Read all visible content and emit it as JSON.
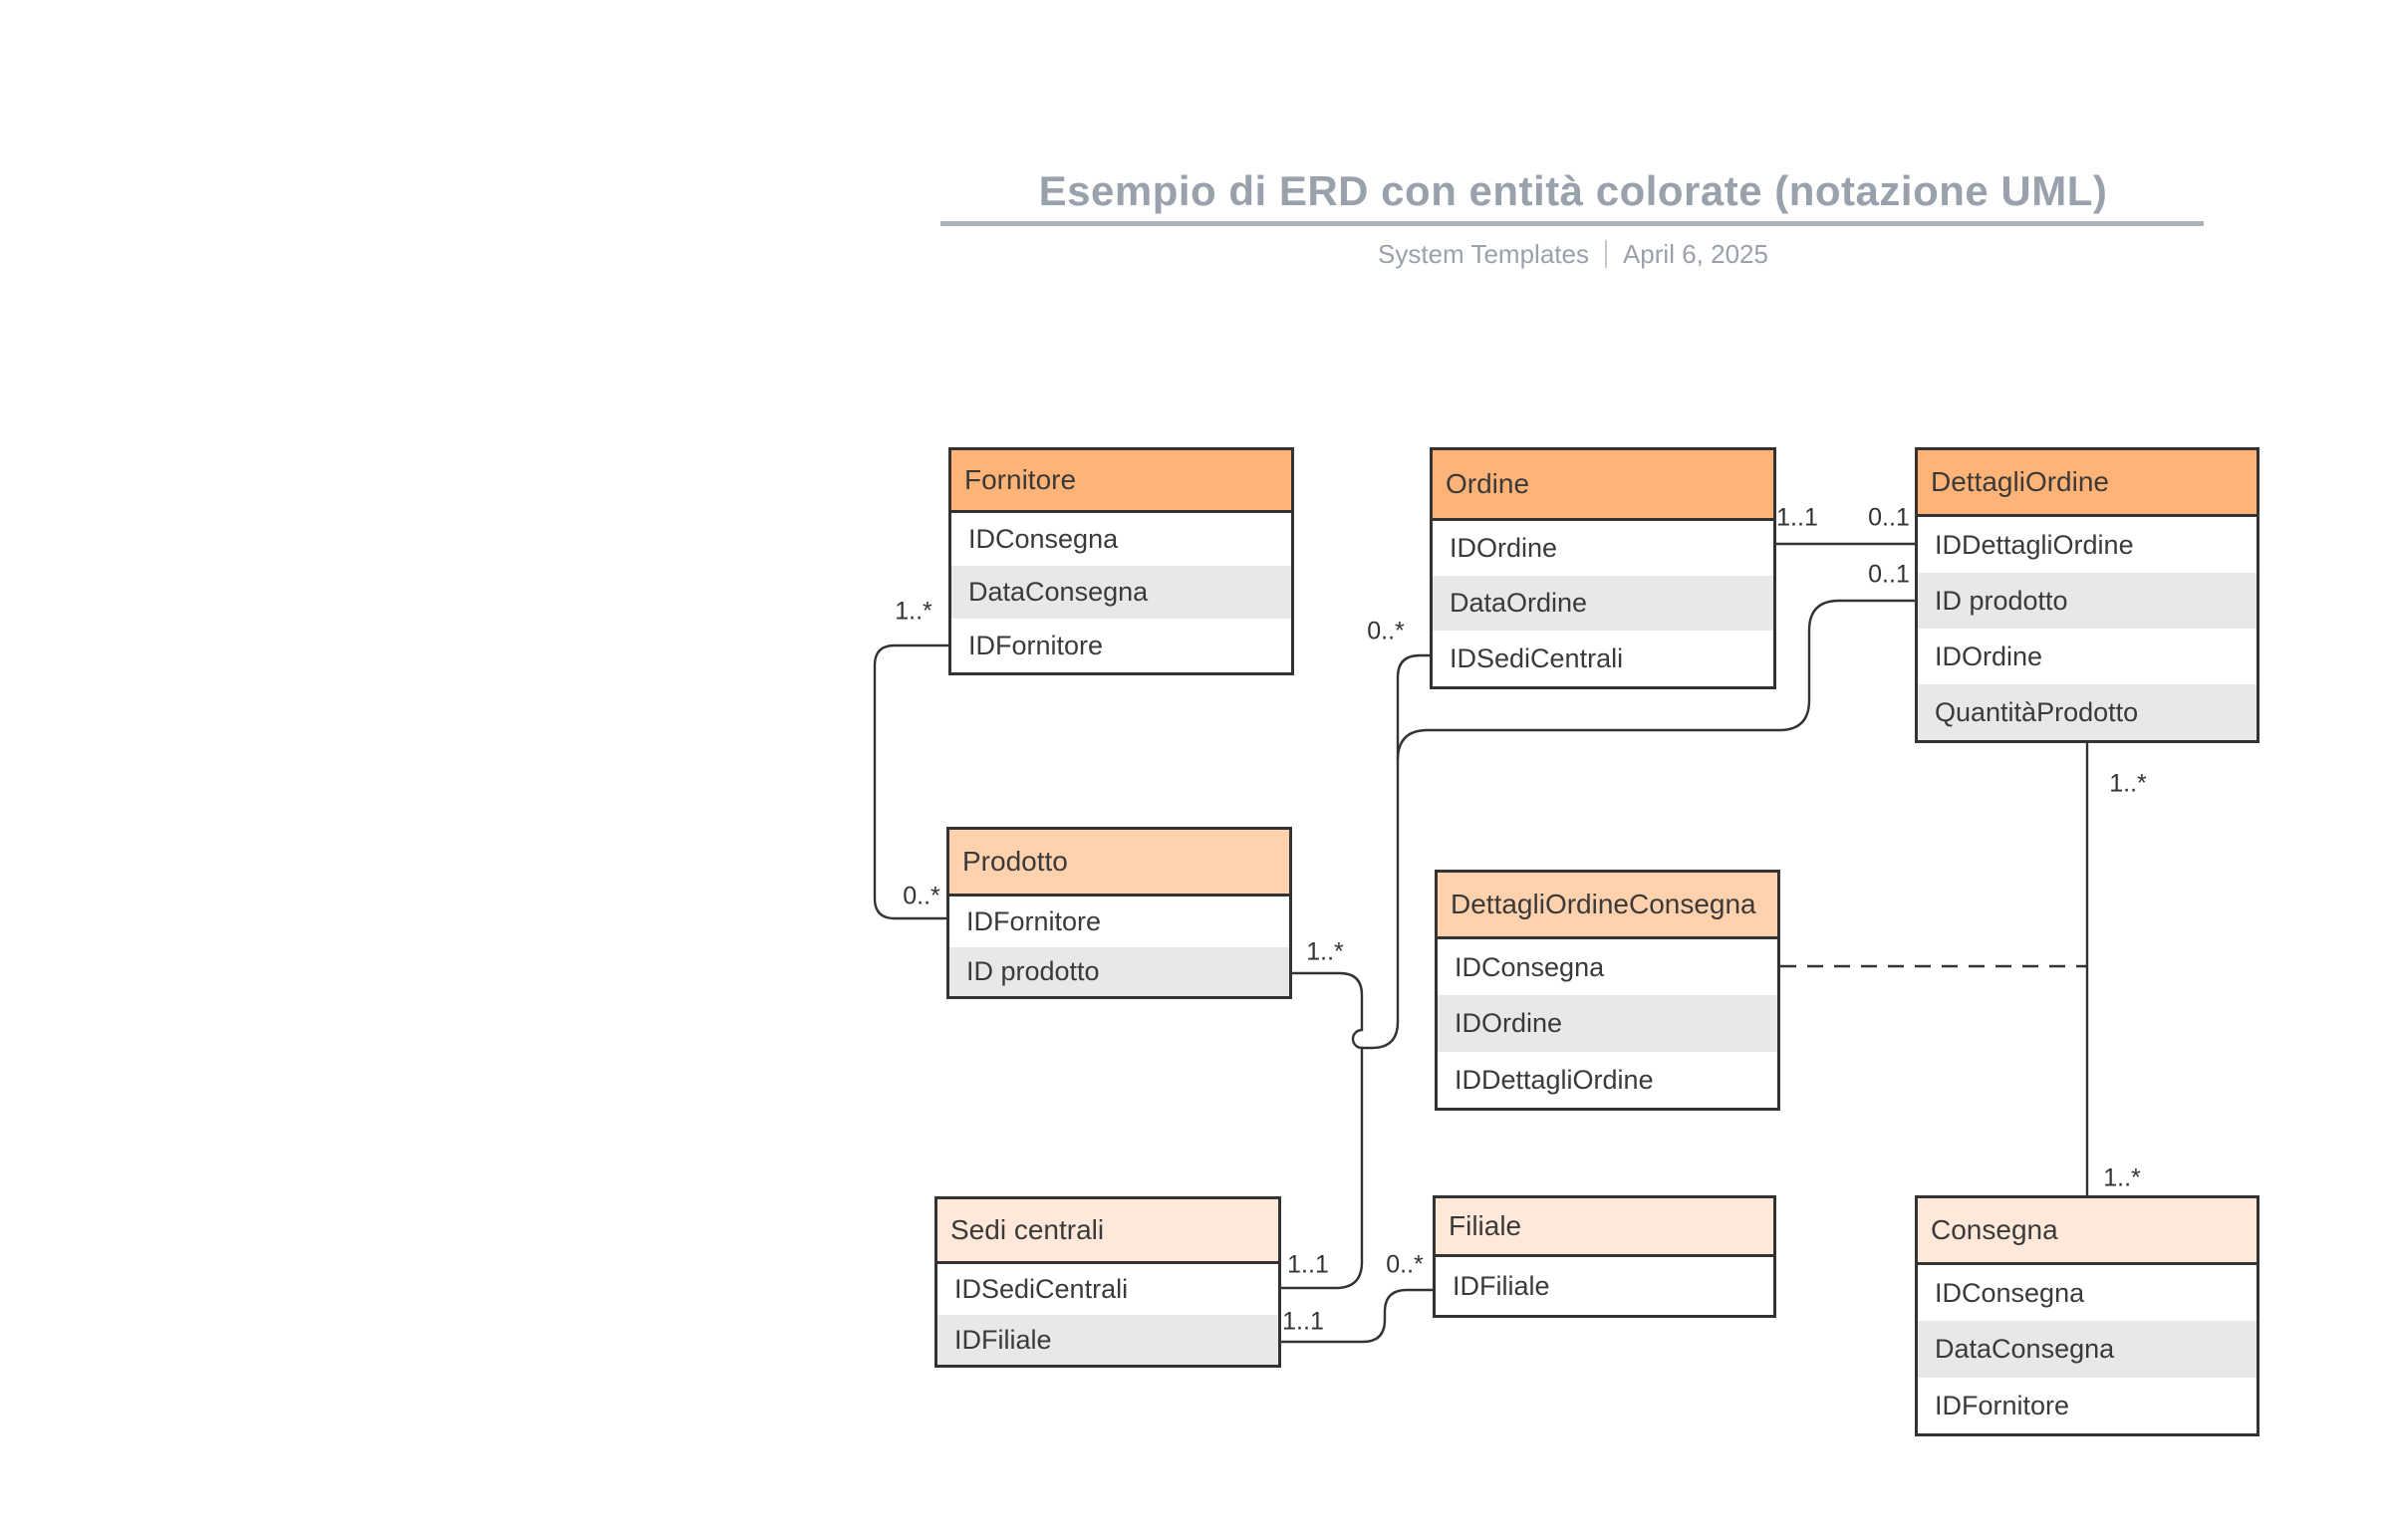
{
  "header": {
    "title": "Esempio di ERD con entità colorate (notazione UML)",
    "source": "System Templates",
    "date": "April 6, 2025"
  },
  "colors": {
    "entity_header_strong": "#ffb377",
    "entity_header_medium": "#ffd1ac",
    "entity_header_light": "#ffe8d9",
    "row_alternate": "#e8e8e8",
    "line": "#333333",
    "title_gray": "#99a1ac"
  },
  "entities": [
    {
      "name": "Fornitore",
      "attributes": [
        "IDConsegna",
        "DataConsegna",
        "IDFornitore"
      ]
    },
    {
      "name": "Ordine",
      "attributes": [
        "IDOrdine",
        "DataOrdine",
        "IDSediCentrali"
      ]
    },
    {
      "name": "DettagliOrdine",
      "attributes": [
        "IDDettagliOrdine",
        "ID prodotto",
        "IDOrdine",
        "QuantitàProdotto"
      ]
    },
    {
      "name": "Prodotto",
      "attributes": [
        "IDFornitore",
        "ID prodotto"
      ]
    },
    {
      "name": "DettagliOrdineConsegna",
      "attributes": [
        "IDConsegna",
        "IDOrdine",
        "IDDettagliOrdine"
      ]
    },
    {
      "name": "Sedi centrali",
      "attributes": [
        "IDSediCentrali",
        "IDFiliale"
      ]
    },
    {
      "name": "Filiale",
      "attributes": [
        "IDFiliale"
      ]
    },
    {
      "name": "Consegna",
      "attributes": [
        "IDConsegna",
        "DataConsegna",
        "IDFornitore"
      ]
    }
  ],
  "connections": [
    {
      "from": "Fornitore",
      "to": "Prodotto",
      "from_cardinality": "1..*",
      "to_cardinality": "0..*",
      "style": "solid"
    },
    {
      "from": "Ordine",
      "to": "DettagliOrdine",
      "from_cardinality": "1..1",
      "to_cardinality": "0..1",
      "style": "solid"
    },
    {
      "from": "DettagliOrdine",
      "to": "Prodotto",
      "from_cardinality": "0..1",
      "to_cardinality": "1..*",
      "style": "solid"
    },
    {
      "from": "Ordine",
      "to": "Sedi centrali",
      "from_cardinality": "0..*",
      "to_cardinality": "1..1",
      "style": "solid"
    },
    {
      "from": "Sedi centrali",
      "to": "Filiale",
      "from_cardinality": "1..1",
      "to_cardinality": "0..*",
      "style": "solid"
    },
    {
      "from": "DettagliOrdine",
      "to": "Consegna",
      "from_cardinality": "1..*",
      "to_cardinality": "1..*",
      "style": "solid"
    },
    {
      "from": "DettagliOrdineConsegna",
      "to": "DettagliOrdine-Consegna relationship line",
      "from_cardinality": "",
      "to_cardinality": "",
      "style": "dashed"
    }
  ]
}
